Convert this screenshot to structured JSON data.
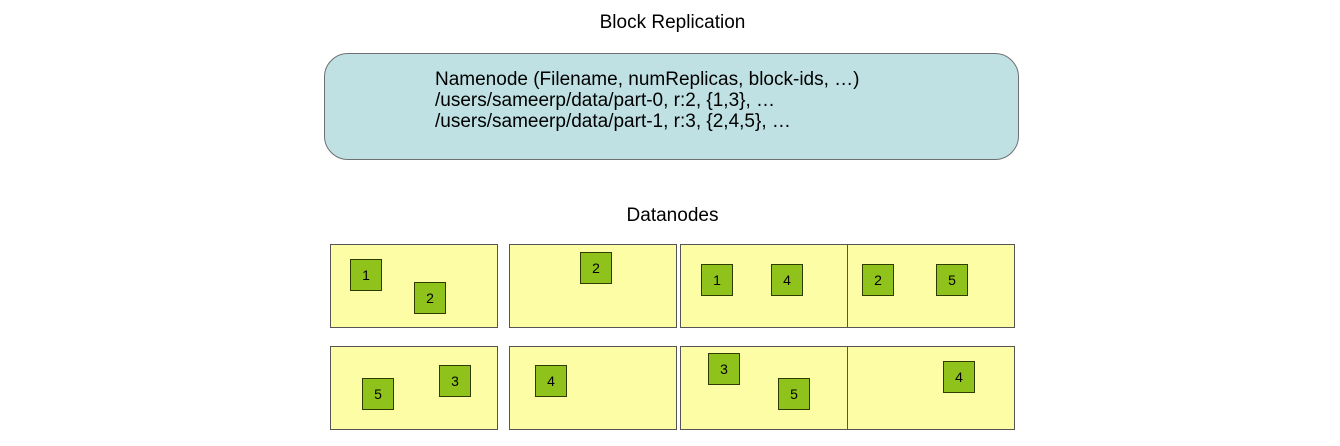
{
  "title": "Block Replication",
  "namenode": {
    "lines": [
      "Namenode (Filename, numReplicas, block-ids, …)",
      "/users/sameerp/data/part-0, r:2, {1,3}, …",
      "/users/sameerp/data/part-1, r:3, {2,4,5}, …"
    ]
  },
  "datanodes_label": "Datanodes",
  "datanodes": [
    {
      "blocks": [
        "1",
        "2"
      ]
    },
    {
      "blocks": [
        "2"
      ]
    },
    {
      "blocks": [
        "1",
        "4"
      ]
    },
    {
      "blocks": [
        "2",
        "5"
      ]
    },
    {
      "blocks": [
        "5",
        "3"
      ]
    },
    {
      "blocks": [
        "4"
      ]
    },
    {
      "blocks": [
        "3",
        "5"
      ]
    },
    {
      "blocks": [
        "4"
      ]
    }
  ],
  "colors": {
    "namenode_fill": "#bfe1e4",
    "datanode_fill": "#fdfda6",
    "block_fill": "#8fc21a"
  }
}
